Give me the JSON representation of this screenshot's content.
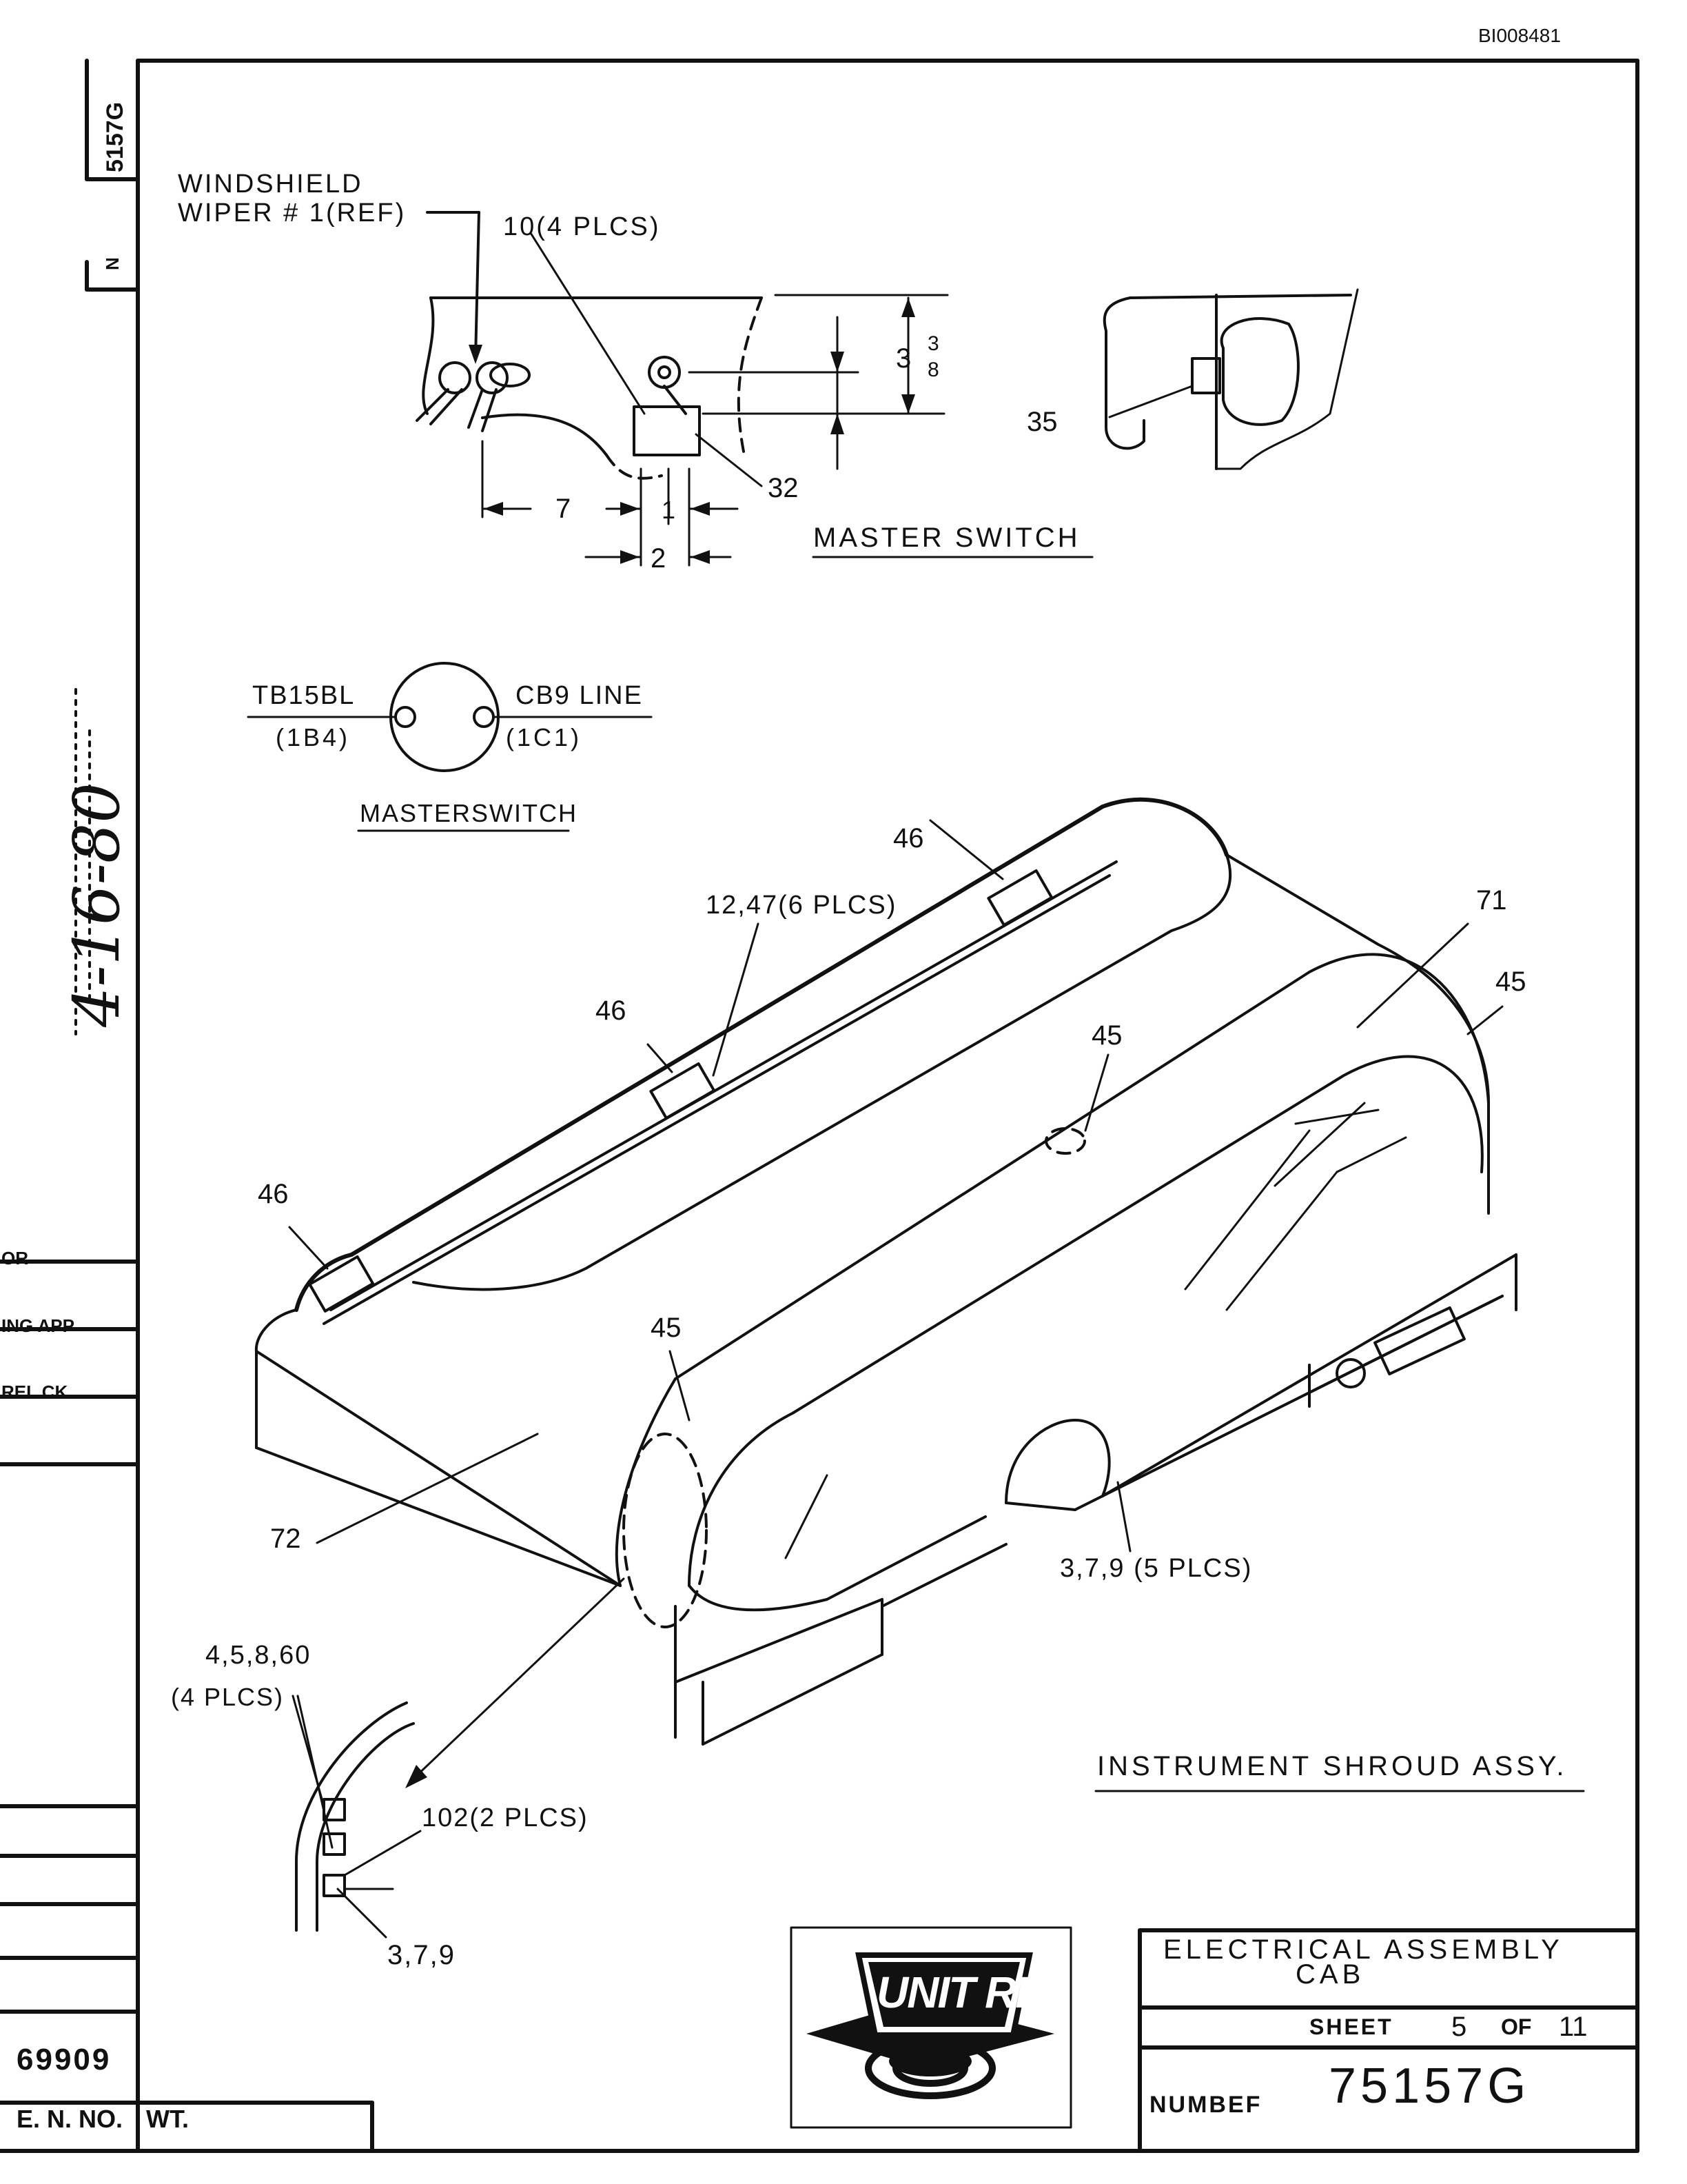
{
  "document": {
    "doc_id": "BI008481",
    "margin_number_top": "5157G",
    "margin_rev_letter": "N",
    "handwritten_date": "4-16-80"
  },
  "title_block": {
    "left_labels": [
      "OR",
      "ING APP",
      "REL CK"
    ],
    "part_prefix": "69909",
    "eno_label": "E. N. NO.",
    "wt_label": "WT.",
    "title_line1": "ELECTRICAL  ASSEMBLY",
    "title_line2": "CAB",
    "sheet_label": "SHEET",
    "sheet_num": "5",
    "sheet_of": "OF",
    "sheet_total": "11",
    "number_label": "NUMBEF",
    "number_value": "75157G",
    "logo_text": "UNIT RIG"
  },
  "views": {
    "master_switch": {
      "title": "MASTER SWITCH",
      "wiper_line1": "WINDSHIELD",
      "wiper_line2": "WIPER # 1(REF)",
      "callout_10": "10(4 PLCS)",
      "callout_32": "32",
      "callout_35": "35",
      "dim_7": "7",
      "dim_1": "1",
      "dim_2": "2",
      "dim_3_whole": "3",
      "dim_3_num": "3",
      "dim_3_den": "8"
    },
    "schematic": {
      "title": "MASTERSWITCH",
      "left_label": "TB15BL",
      "left_sub": "(1B4)",
      "right_label": "CB9 LINE",
      "right_sub": "(1C1)"
    },
    "shroud": {
      "title": "INSTRUMENT SHROUD ASSY.",
      "c46a": "46",
      "c46b": "46",
      "c46c": "46",
      "c12": "12,47(6 PLCS)",
      "c71": "71",
      "c45a": "45",
      "c45b": "45",
      "c45c": "45",
      "c72": "72",
      "c379a": "3,7,9 (5 PLCS)",
      "c4": "4,5,8,60",
      "c4b": "(4 PLCS)",
      "c102": "102(2 PLCS)",
      "c379b": "3,7,9"
    }
  }
}
